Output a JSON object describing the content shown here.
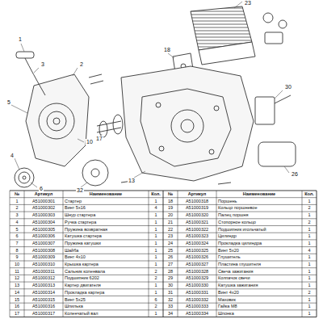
{
  "diagram": {
    "labels": [
      "1",
      "2",
      "3",
      "4",
      "5",
      "6",
      "10",
      "13",
      "17",
      "18",
      "23",
      "26",
      "30",
      "32",
      "№",
      "Артикул",
      "Наименование",
      "Кол.",
      "№",
      "Артикул",
      "Наименование",
      "Кол.",
      "1",
      "A51000301",
      "Стартер",
      "1",
      "18",
      "A51000318",
      "Поршень",
      "1",
      "2",
      "A51000302",
      "Винт 5x16",
      "4",
      "19",
      "A51000319",
      "Кольцо поршневое",
      "2",
      "3",
      "A51000303",
      "Шнур стартера",
      "1",
      "20",
      "A51000320",
      "Палец поршня",
      "1",
      "4",
      "A51000304",
      "Ручка стартера",
      "1",
      "21",
      "A51000321",
      "Стопорное кольцо",
      "2",
      "5",
      "A51000305",
      "Пружина возвратная",
      "1",
      "22",
      "A51000322",
      "Подшипник игольчатый",
      "1",
      "6",
      "A51000306",
      "Катушка стартера",
      "1",
      "23",
      "A51000323",
      "Цилиндр",
      "1",
      "7",
      "A51000307",
      "Пружина катушки",
      "1",
      "24",
      "A51000324",
      "Прокладка цилиндра",
      "1",
      "8",
      "A51000308",
      "Шайба",
      "1",
      "25",
      "A51000325",
      "Винт 5x20",
      "4",
      "9",
      "A51000309",
      "Винт 4x10",
      "1",
      "26",
      "A51000326",
      "Глушитель",
      "1",
      "10",
      "A51000310",
      "Крышка картера",
      "1",
      "27",
      "A51000327",
      "Пластина глушителя",
      "1",
      "11",
      "A51000311",
      "Сальник коленвала",
      "2",
      "28",
      "A51000328",
      "Свеча зажигания",
      "1",
      "12",
      "A51000312",
      "Подшипник 6202",
      "2",
      "29",
      "A51000329",
      "Колпачок свечи",
      "1",
      "13",
      "A51000313",
      "Картер двигателя",
      "1",
      "30",
      "A51000330",
      "Катушка зажигания",
      "1",
      "14",
      "A51000314",
      "Прокладка картера",
      "1",
      "31",
      "A51000331",
      "Винт 4x20",
      "2",
      "15",
      "A51000315",
      "Винт 5x25",
      "6",
      "32",
      "A51000332",
      "Маховик",
      "1",
      "16",
      "A51000316",
      "Шпилька",
      "2",
      "33",
      "A51000333",
      "Гайка M8",
      "1",
      "17",
      "A51000317",
      "Коленчатый вал",
      "1",
      "34",
      "A51000334",
      "Шпонка",
      "1"
    ]
  }
}
